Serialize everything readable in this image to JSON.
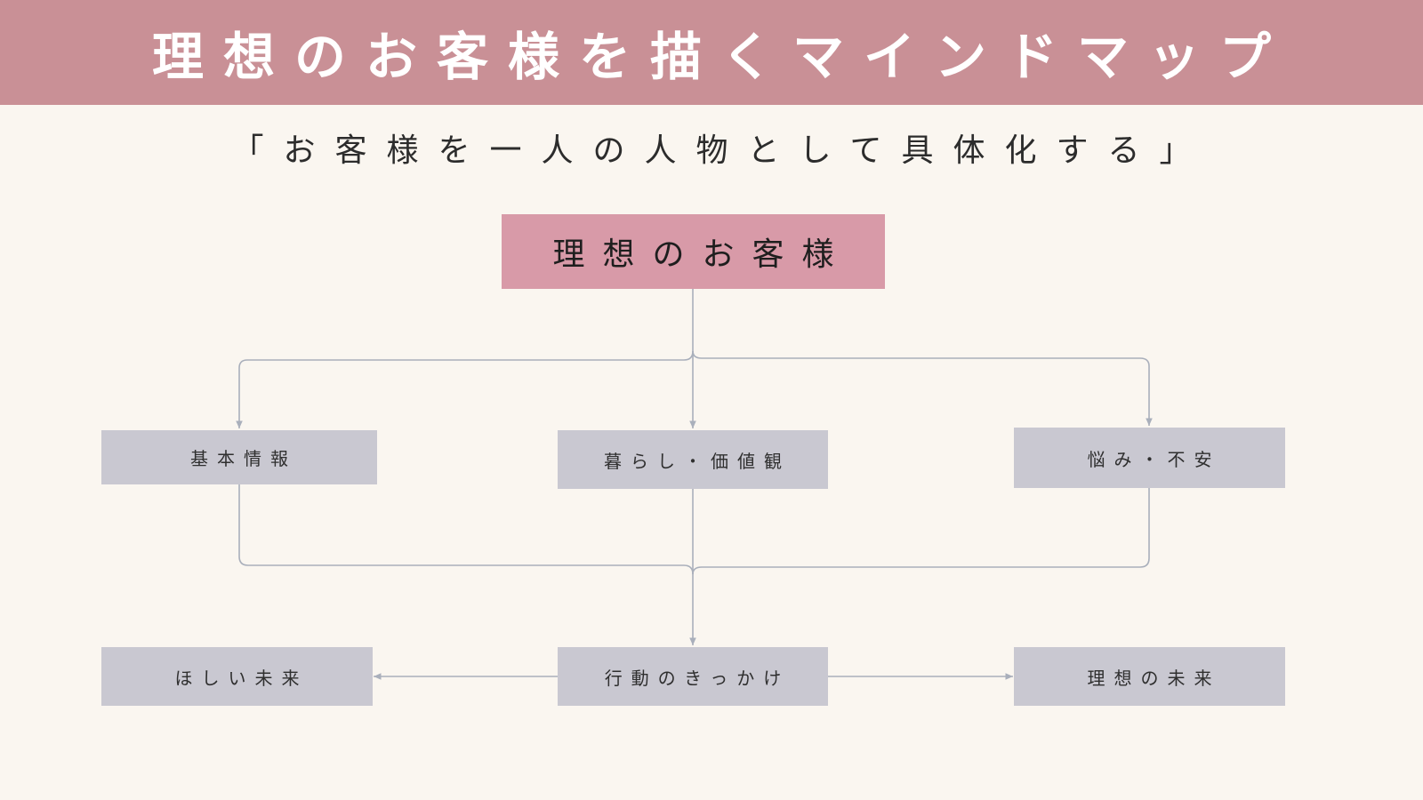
{
  "header": {
    "title": "理想のお客様を描くマインドマップ"
  },
  "subtitle": "「お客様を一人の人物として具体化する」",
  "diagram": {
    "root": "理想のお客様",
    "level1": [
      "基本情報",
      "暮らし・価値観",
      "悩み・不安"
    ],
    "center": "行動のきっかけ",
    "left_outcome": "ほしい未来",
    "right_outcome": "理想の未来"
  },
  "colors": {
    "header_bg": "#c99096",
    "root_bg": "#d89aa8",
    "node_bg": "#c9c8d1",
    "page_bg": "#faf6f0",
    "line": "#a9afbb"
  }
}
